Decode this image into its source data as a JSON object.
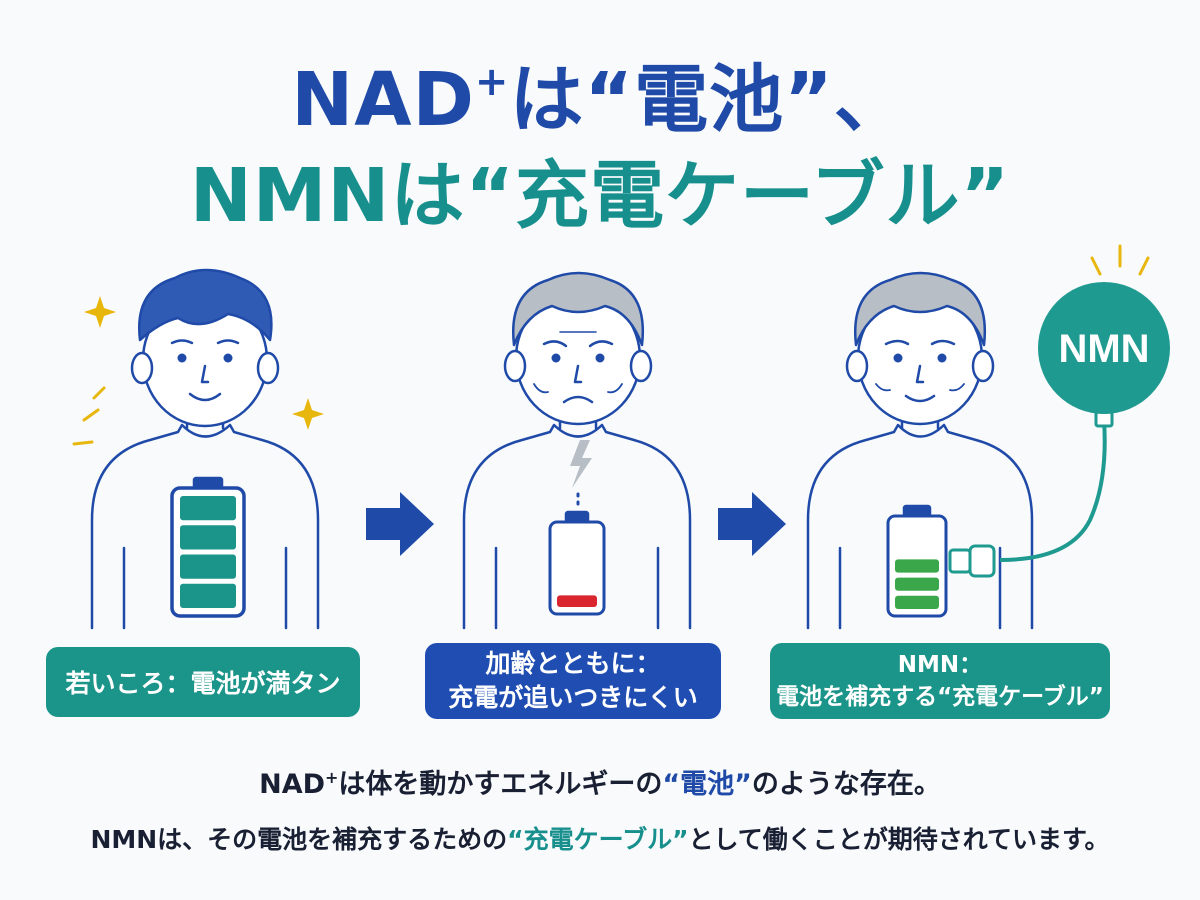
{
  "title": {
    "line1_main": "NAD",
    "line1_sup": "+",
    "line1_rest": "は“電池”、",
    "line2": "NMNは“充電ケーブル”"
  },
  "panels": [
    {
      "caption": "若いころ：電池が満タン"
    },
    {
      "caption_line1": "加齢とともに：",
      "caption_line2": "充電が追いつきにくい"
    },
    {
      "caption_line1": "NMN：",
      "caption_line2": "電池を補充する“充電ケーブル”",
      "badge": "NMN"
    }
  ],
  "body": {
    "line1_a": "NAD",
    "line1_sup": "+",
    "line1_b": "は体を動かすエネルギーの",
    "line1_hl": "“電池”",
    "line1_c": "のような存在。",
    "line2_a": "NMNは、その電池を補充するための",
    "line2_hl": "“充電ケーブル”",
    "line2_b": "として働くことが期待されています。"
  },
  "colors": {
    "navy": "#1f4aa8",
    "teal": "#178f8d",
    "battery_full": "#1b9489",
    "battery_low": "#d9262f",
    "battery_charging": "#3aa84a",
    "sparkle": "#e8b70e"
  },
  "battery_levels": [
    1.0,
    0.2,
    0.6
  ],
  "icons": [
    "sparkle-icon",
    "arrow-right-icon",
    "lightning-icon",
    "battery-icon",
    "plug-icon"
  ]
}
